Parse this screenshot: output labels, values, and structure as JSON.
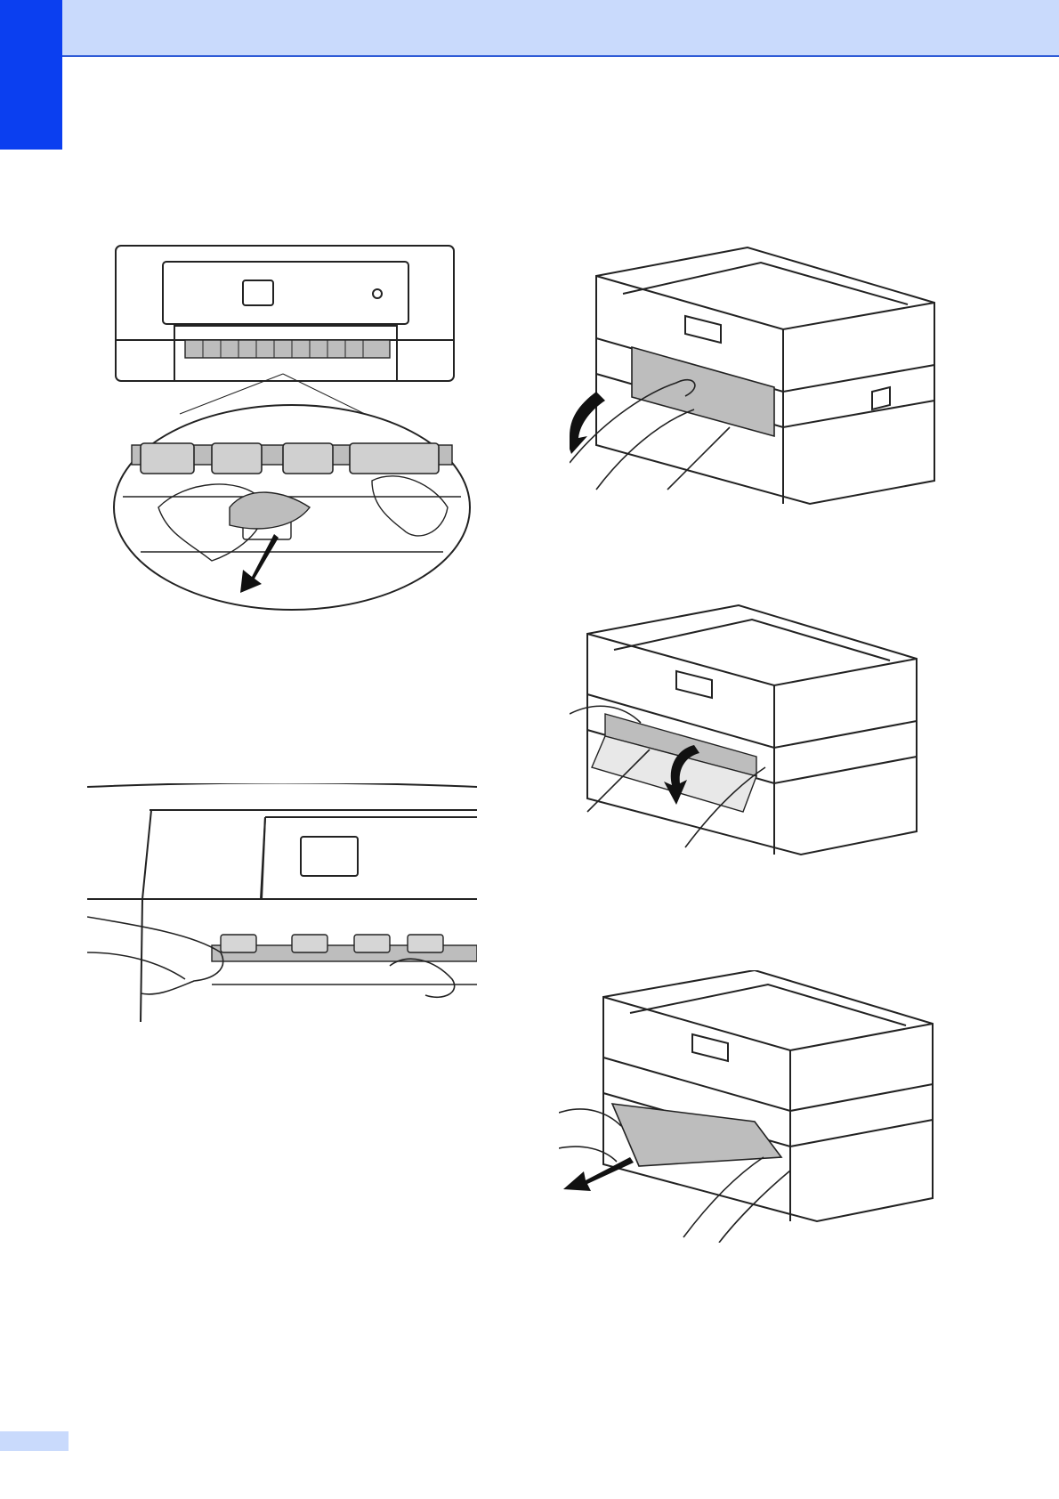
{
  "page": {
    "colors": {
      "header_band": "#c9dafc",
      "header_rule": "#2f5bd6",
      "side_tab": "#0b3ff0",
      "footer_tab": "#c9dafc"
    }
  },
  "figures": [
    {
      "id": "clean-rollers-front-view",
      "icon": "printer-front-closeup"
    },
    {
      "id": "open-jam-cover",
      "icon": "printer-iso-pull-cover"
    },
    {
      "id": "flip-cover-down",
      "icon": "printer-iso-open-cover"
    },
    {
      "id": "wipe-rollers-interior",
      "icon": "printer-interior-wipe"
    },
    {
      "id": "pull-jammed-paper",
      "icon": "printer-iso-pull-paper"
    }
  ]
}
